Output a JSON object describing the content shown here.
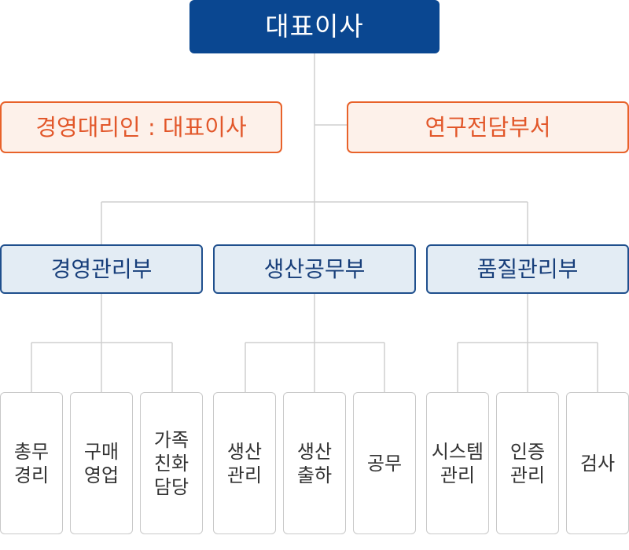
{
  "ceo": {
    "label": "대표이사"
  },
  "management_rep": {
    "label": "경영대리인 : 대표이사"
  },
  "research_dept": {
    "label": "연구전담부서"
  },
  "departments": [
    {
      "label": "경영관리부",
      "teams": [
        [
          "총무",
          "경리"
        ],
        [
          "구매",
          "영업"
        ],
        [
          "가족",
          "친화",
          "담당"
        ]
      ]
    },
    {
      "label": "생산공무부",
      "teams": [
        [
          "생산",
          "관리"
        ],
        [
          "생산",
          "출하"
        ],
        [
          "공무"
        ]
      ]
    },
    {
      "label": "품질관리부",
      "teams": [
        [
          "시스템",
          "관리"
        ],
        [
          "인증",
          "관리"
        ],
        [
          "검사"
        ]
      ]
    }
  ],
  "colors": {
    "ceo_fill": "#0a4791",
    "accent_orange": "#e8622a",
    "dept_border": "#1f4f8d",
    "dept_fill": "#e3ecf4",
    "connector": "#cfcfcf"
  }
}
